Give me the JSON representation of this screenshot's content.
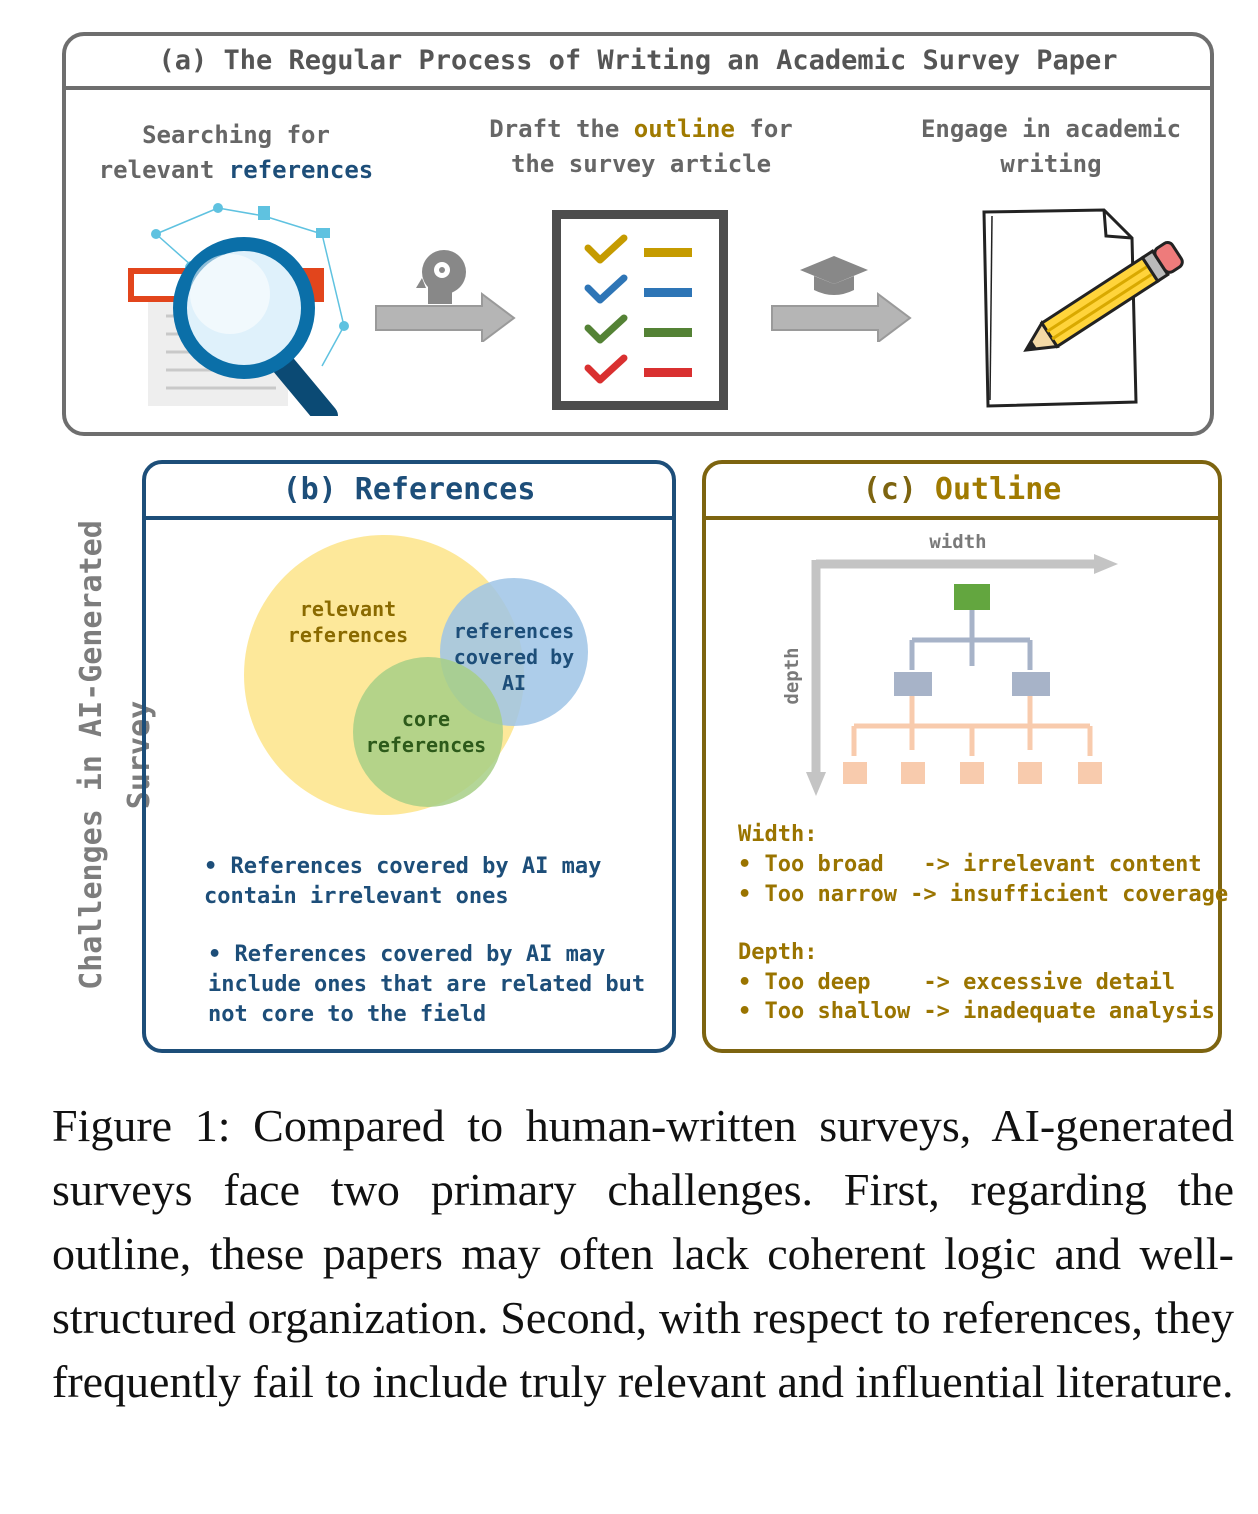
{
  "panel_a": {
    "title": "(a) The Regular Process of Writing an Academic Survey Paper",
    "step1": {
      "line1": "Searching for",
      "line2_prefix": "relevant ",
      "line2_keyword": "references"
    },
    "step2": {
      "line1_prefix": "Draft the ",
      "line1_keyword": "outline",
      "line1_suffix": " for",
      "line2": "the survey article"
    },
    "step3": {
      "line1": "Engage in academic",
      "line2": "writing"
    },
    "icons": [
      "magnifier-search-icon",
      "brain-gears-icon",
      "checklist-icon",
      "graduation-cap-icon",
      "paper-pencil-icon",
      "arrow-right-icon"
    ]
  },
  "side_label": "Challenges in AI-Generated Survey",
  "panel_b": {
    "title": "(b) References",
    "venn": {
      "relevant": [
        "relevant",
        "references"
      ],
      "covered": [
        "references",
        "covered by",
        "AI"
      ],
      "core": [
        "core",
        "references"
      ]
    },
    "bullet1": [
      "• References covered by AI may",
      "contain irrelevant ones"
    ],
    "bullet2": [
      "• References covered by AI may",
      "include ones that are related but",
      "not core to the field"
    ]
  },
  "panel_c": {
    "title_prefix": "(c) ",
    "title_keyword": "Outline",
    "axis_width": "width",
    "axis_depth": "depth",
    "width_title": "Width:",
    "width_items": [
      "• Too broad   -> irrelevant content",
      "• Too narrow -> insufficient coverage"
    ],
    "depth_title": "Depth:",
    "depth_items": [
      "• Too deep    -> excessive detail",
      "• Too shallow -> inadequate analysis"
    ]
  },
  "caption": "Figure 1: Compared to human-written surveys, AI-generated surveys face two primary challenges. First, regarding the outline, these papers may often lack coherent logic and well-structured organization. Second, with respect to references, they frequently fail to include truly relevant and influential literature.",
  "colors": {
    "ref_blue": "#1d4e79",
    "outline_gold": "#a07a00",
    "panel_gray": "#6e6e6e",
    "venn_yellow": "#fde58f",
    "venn_blue": "#9fc4e6",
    "venn_green": "#a7cf86",
    "tree_green": "#63a63f",
    "tree_slate": "#a7b3c8",
    "tree_peach": "#f8cbad"
  }
}
